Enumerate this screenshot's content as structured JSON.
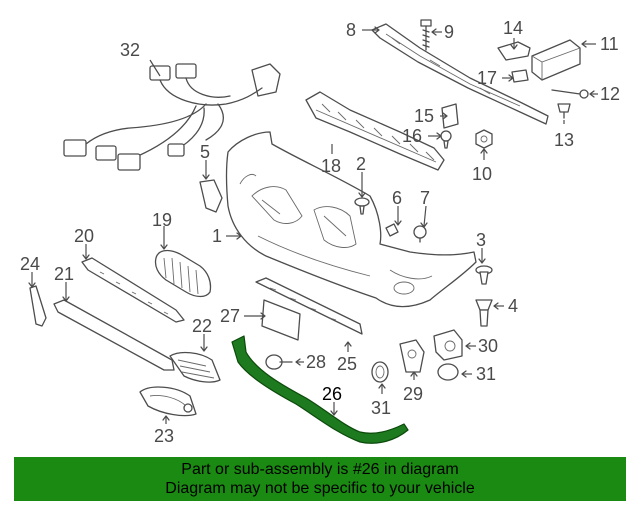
{
  "callouts": {
    "c1": "1",
    "c2": "2",
    "c3": "3",
    "c4": "4",
    "c5": "5",
    "c6": "6",
    "c7": "7",
    "c8": "8",
    "c9": "9",
    "c10": "10",
    "c11": "11",
    "c12": "12",
    "c13": "13",
    "c14": "14",
    "c15": "15",
    "c16": "16",
    "c17": "17",
    "c18": "18",
    "c19": "19",
    "c20": "20",
    "c21": "21",
    "c22": "22",
    "c23": "23",
    "c24": "24",
    "c25": "25",
    "c26": "26",
    "c27": "27",
    "c28": "28",
    "c29": "29",
    "c30": "30",
    "c31a": "31",
    "c31b": "31",
    "c32": "32"
  },
  "highlight": {
    "part_number": "26",
    "color": "#1e7a1e"
  },
  "banner": {
    "line1": "Part or sub-assembly is #26 in diagram",
    "line2": "Diagram may not be specific to your vehicle",
    "background": "#1a8a12"
  }
}
